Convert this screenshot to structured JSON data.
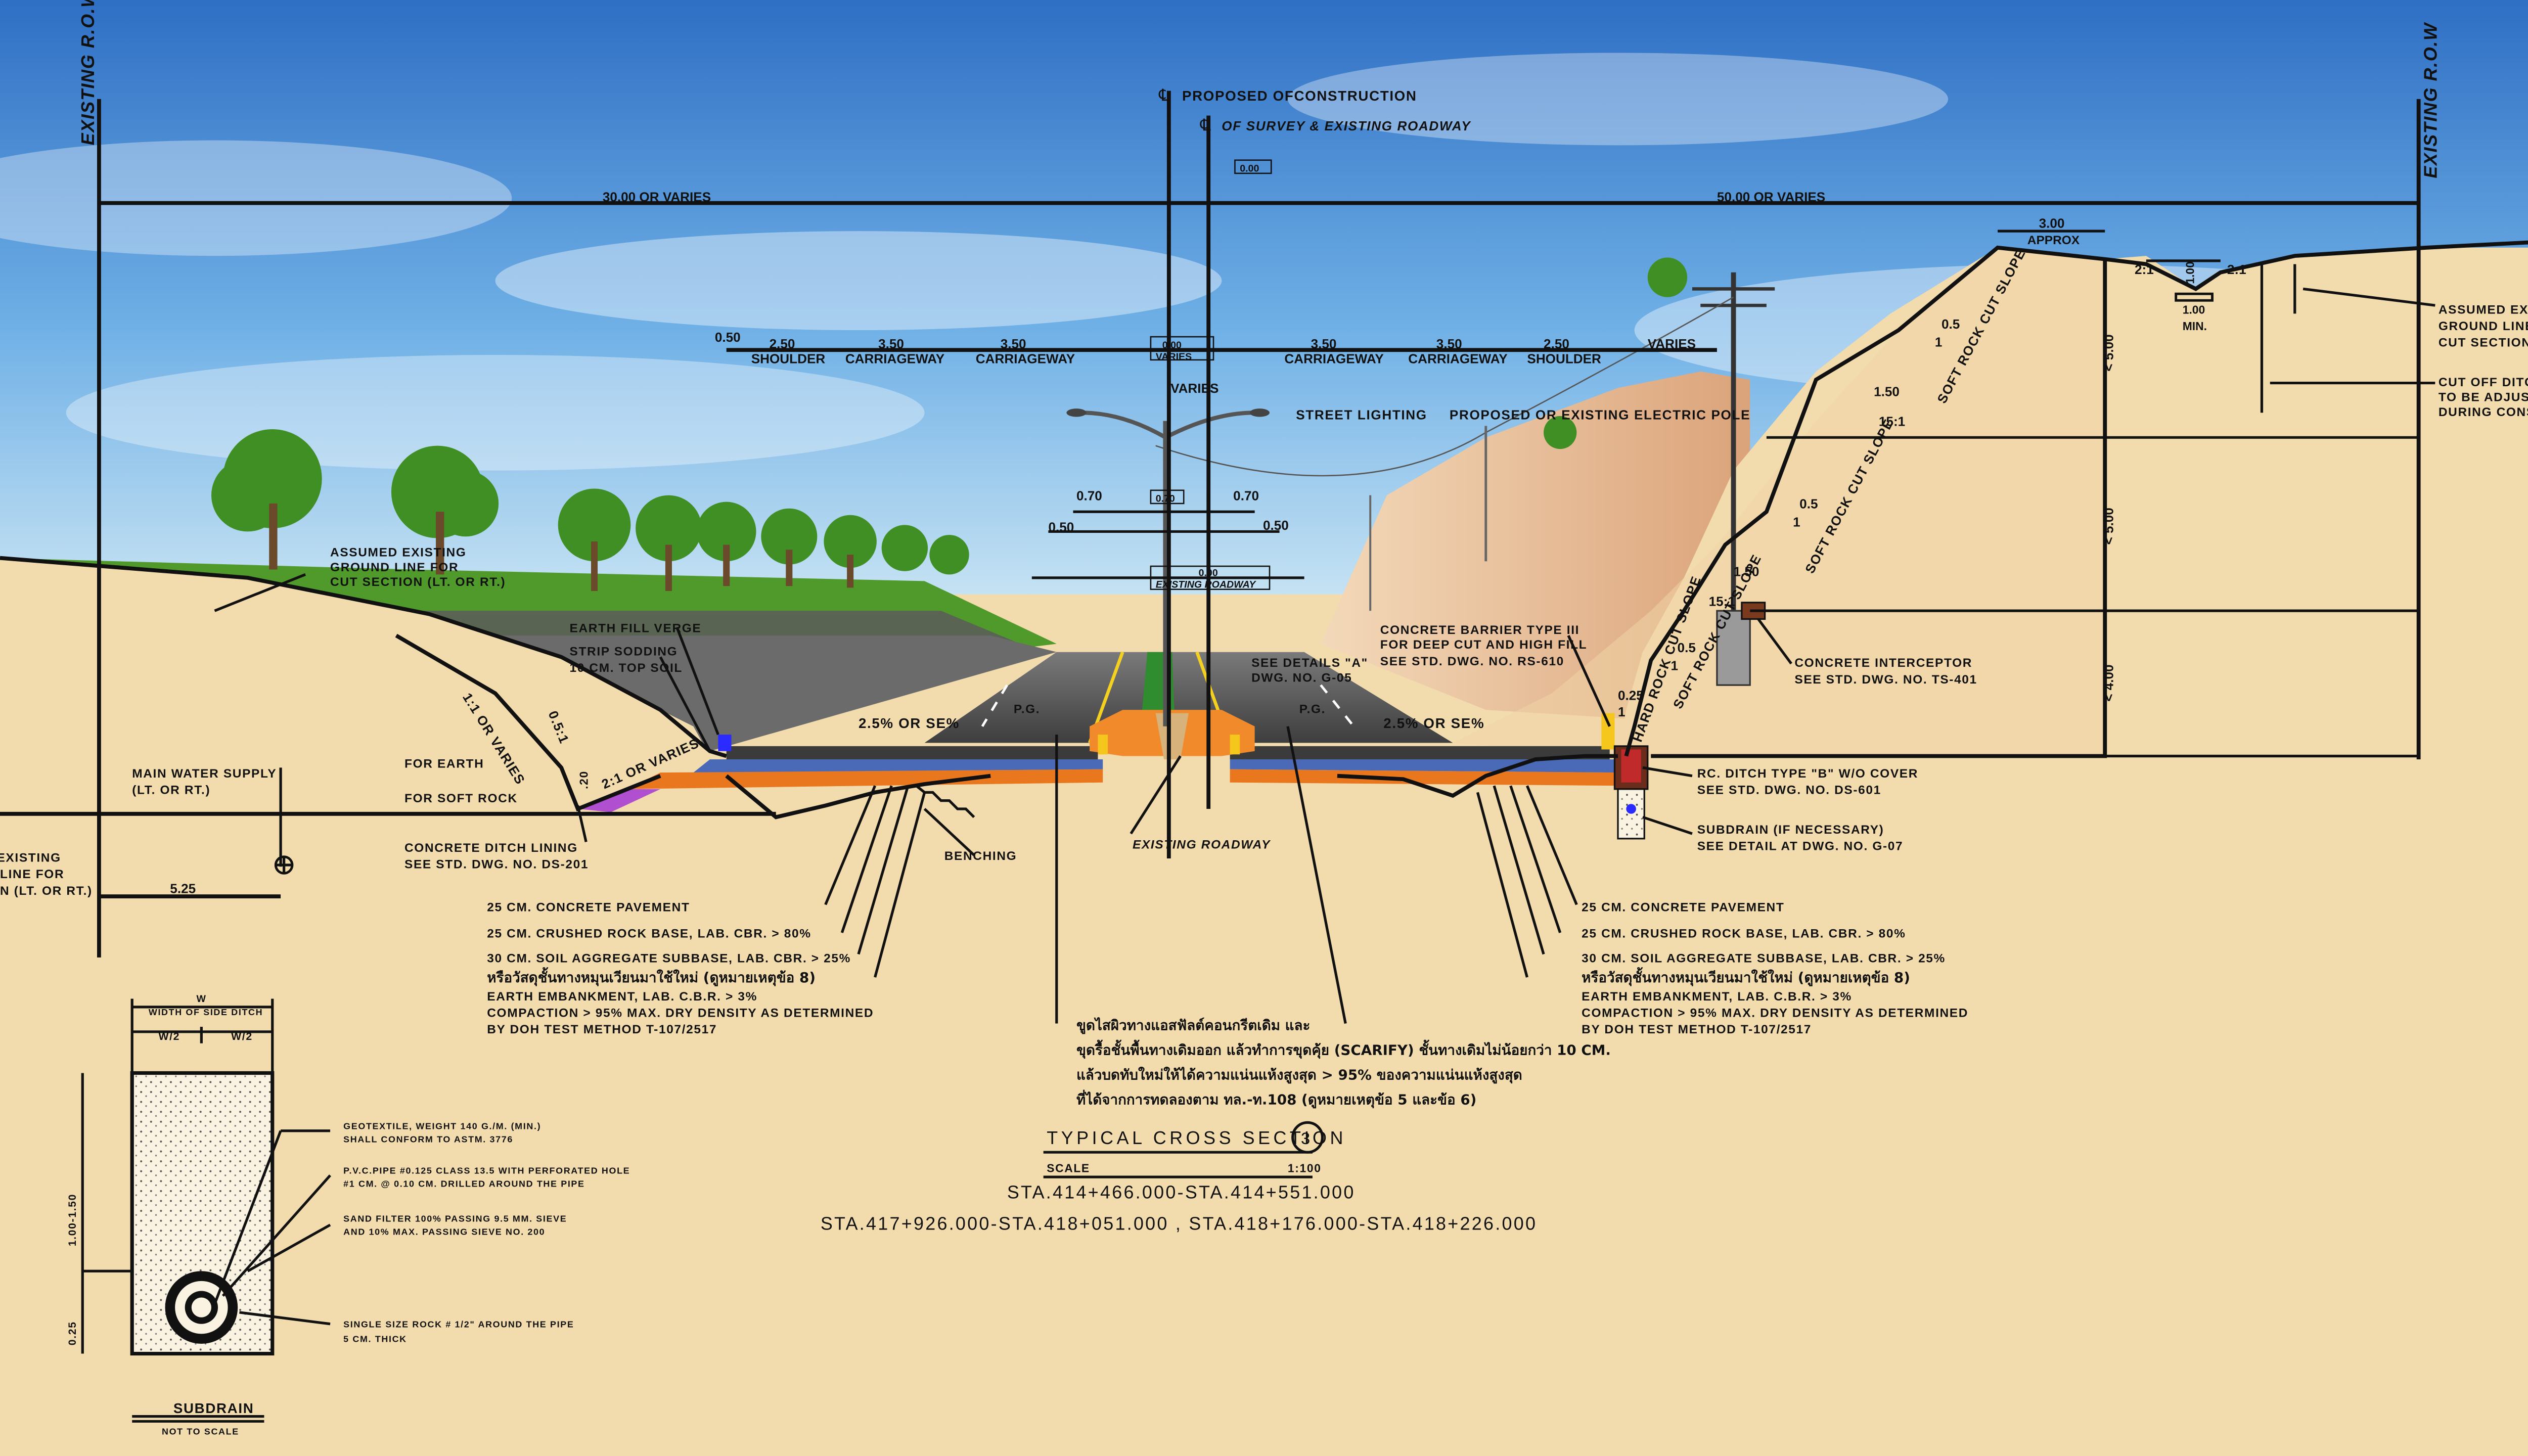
{
  "colors": {
    "sky_top": "#2f6fc4",
    "sky_bottom": "#a9d3f0",
    "ground": "#f2dcae",
    "grass": "#4e9a2a",
    "asphalt": "#4c4c4c",
    "subbase": "#e8771e",
    "cut_slope": "#e6b98c",
    "median_orange": "#f08a2a"
  },
  "row": {
    "left_label": "EXISTING R.O.W",
    "right_label": "EXISTING R.O.W",
    "left_width": "30.00 OR VARIES",
    "right_width": "50.00 OR VARIES"
  },
  "centerlines": {
    "construction": "PROPOSED OFCONSTRUCTION",
    "survey": "OF SURVEY & EXISTING ROADWAY",
    "offset_tag": "0.00",
    "varies": "VARIES"
  },
  "lanes": {
    "edge_offset": "0.50",
    "left": [
      {
        "width": "2.50",
        "name": "SHOULDER"
      },
      {
        "width": "3.50",
        "name": "CARRIAGEWAY"
      },
      {
        "width": "3.50",
        "name": "CARRIAGEWAY"
      }
    ],
    "median_tag_top": "0.00",
    "median_tag_bottom": "VARIES",
    "right": [
      {
        "width": "3.50",
        "name": "CARRIAGEWAY"
      },
      {
        "width": "3.50",
        "name": "CARRIAGEWAY"
      },
      {
        "width": "2.50",
        "name": "SHOULDER"
      }
    ],
    "right_end": "VARIES"
  },
  "lighting": {
    "label": "STREET LIGHTING",
    "arm_left": "0.70",
    "arm_right": "0.70",
    "offset_left": "0.50",
    "offset_right": "0.50",
    "pole_tag": "0.70",
    "existing_tag_top": "0.00",
    "existing_tag": "EXISTING ROADWAY"
  },
  "left_notes": {
    "assumed_ground": [
      "ASSUMED EXISTING",
      "GROUND LINE FOR",
      "CUT SECTION (LT. OR RT.)"
    ],
    "earth_fill_verge": "EARTH FILL VERGE",
    "strip_sodding": [
      "STRIP SODDING",
      "10 CM. TOP SOIL"
    ],
    "slope_earth": "1:1 OR VARIES",
    "slope_rock": "0.5:1",
    "slope_fill": "2:1 OR VARIES",
    "fill_depth": ".20",
    "for_earth": "FOR EARTH",
    "for_soft_rock": "FOR SOFT ROCK",
    "water_supply": [
      "MAIN WATER SUPPLY",
      "(LT. OR RT.)"
    ],
    "ditch_lining": [
      "CONCRETE DITCH LINING",
      "SEE STD. DWG. NO. DS-201"
    ],
    "benching": "BENCHING",
    "existing_left": [
      "EXISTING",
      "LINE FOR",
      "N (LT. OR RT.)"
    ],
    "offset_525": "5.25",
    "crossfall": "2.5% OR SE%"
  },
  "center_notes": {
    "details_a": [
      "SEE DETAILS \"A\"",
      "DWG. NO. G-05"
    ],
    "pg": "P.G.",
    "existing_roadway": "EXISTING ROADWAY"
  },
  "pavement_layers": [
    "25 CM. CONCRETE PAVEMENT",
    "25 CM. CRUSHED ROCK BASE, LAB. CBR. > 80%",
    "30 CM. SOIL AGGREGATE SUBBASE, LAB. CBR. > 25%",
    "หรือวัสดุชั้นทางหมุนเวียนมาใช้ใหม่ (ดูหมายเหตุข้อ 8)",
    "EARTH EMBANKMENT, LAB. C.B.R. > 3%",
    "COMPACTION > 95% MAX. DRY DENSITY AS DETERMINED",
    "BY DOH TEST METHOD T-107/2517"
  ],
  "thai_note": [
    "ขูดไสผิวทางแอสฟัลต์คอนกรีตเดิม และ",
    "ขุดรื้อชั้นพื้นทางเดิมออก แล้วทำการขุดคุ้ย (SCARIFY) ชั้นทางเดิมไม่น้อยกว่า 10 CM.",
    "แล้วบดทับใหม่ให้ได้ความแน่นแห้งสูงสุด > 95% ของความแน่นแห้งสูงสุด",
    "ที่ได้จากการทดลองตาม ทล.-ท.108  (ดูหมายเหตุข้อ 5 และข้อ 6)"
  ],
  "right_notes": {
    "approx_width": "3.00",
    "approx": "APPROX",
    "slope_21a": "2:1",
    "slope_21b": "2:1",
    "ditch_depth": "1.00",
    "ditch_width": "1.00",
    "ditch_min": "MIN.",
    "assumed_ground": [
      "ASSUMED EXISTING",
      "GROUND LINE FOR",
      "CUT SECTION (LT. OR RT.)"
    ],
    "cut_off_ditch": [
      "CUT OFF DITCH",
      "TO BE ADJUSTED",
      "DURING CONSTRUCTION"
    ],
    "height_1": "< 5.00",
    "height_2": "< 5.00",
    "height_3": "< 4.00",
    "bench_1": "1.50",
    "bench_1_slope": "15:1",
    "bench_2": "1.50",
    "bench_2_slope": "15:1",
    "cut_ratio_1": "0.5",
    "cut_ratio_2": "0.5",
    "cut_ratio_3": "0.5",
    "cut_ratio_hard": "0.25",
    "one": "1",
    "soft_rock_slope": "SOFT ROCK CUT SLOPE",
    "hard_rock_slope": "HARD ROCK CUT SLOPE",
    "electric_pole": "PROPOSED OR EXISTING ELECTRIC POLE",
    "barrier": [
      "CONCRETE BARRIER TYPE III",
      "FOR DEEP CUT AND HIGH FILL",
      "SEE STD. DWG. NO. RS-610"
    ],
    "interceptor": [
      "CONCRETE INTERCEPTOR",
      "SEE STD. DWG. NO. TS-401"
    ],
    "rc_ditch": [
      "RC. DITCH TYPE \"B\" W/O COVER",
      "SEE STD. DWG. NO. DS-601"
    ],
    "subdrain": [
      "SUBDRAIN (IF NECESSARY)",
      "SEE DETAIL AT DWG. NO. G-07"
    ],
    "crossfall": "2.5% OR SE%"
  },
  "section": {
    "title": "TYPICAL CROSS SECTION",
    "number": "3",
    "scale_label": "SCALE",
    "scale_value": "1:100",
    "sta_1": "STA.414+466.000-STA.414+551.000",
    "sta_2": "STA.417+926.000-STA.418+051.000 , STA.418+176.000-STA.418+226.000"
  },
  "subdrain_detail": {
    "w": "W",
    "width_label": "WIDTH OF SIDE DITCH",
    "half_left": "W/2",
    "half_right": "W/2",
    "height": "1.00-1.50",
    "bottom": "0.25",
    "geotextile": [
      "GEOTEXTILE, WEIGHT 140 G./M. (MIN.)",
      "SHALL CONFORM TO ASTM. 3776"
    ],
    "pipe": [
      "P.V.C.PIPE #0.125 CLASS 13.5 WITH PERFORATED HOLE",
      "#1 CM. @ 0.10 CM. DRILLED AROUND THE PIPE"
    ],
    "sand": [
      "SAND FILTER 100% PASSING 9.5 MM. SIEVE",
      "AND 10% MAX. PASSING SIEVE NO. 200"
    ],
    "rock": [
      "SINGLE SIZE ROCK # 1/2\" AROUND THE PIPE",
      "5 CM. THICK"
    ],
    "title": "SUBDRAIN",
    "scale": "NOT     TO     SCALE"
  }
}
